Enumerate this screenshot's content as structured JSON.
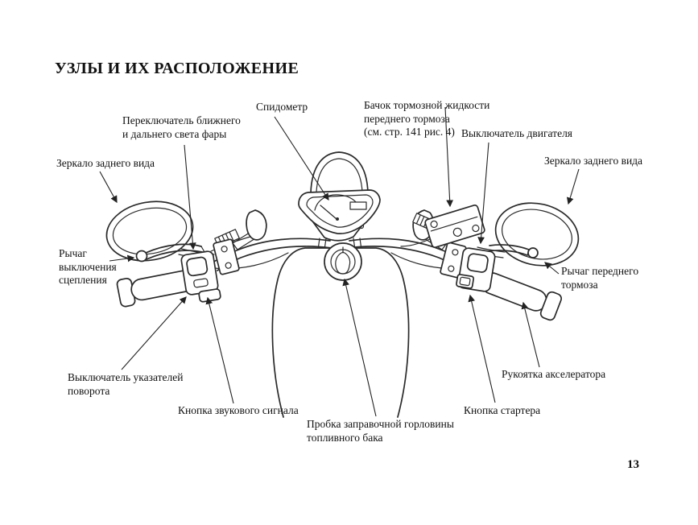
{
  "page": {
    "title": "УЗЛЫ И ИХ РАСПОЛОЖЕНИЕ",
    "page_number": "13"
  },
  "colors": {
    "ink": "#2a2a2a",
    "paper": "#ffffff"
  },
  "diagram": {
    "labels": {
      "mirror_left": "Зеркало заднего вида",
      "dimmer_switch": "Переключатель ближнего\nи дальнего света фары",
      "speedometer": "Спидометр",
      "brake_fluid_reservoir": "Бачок тормозной жидкости\nпереднего тормоза\n(см. стр. 141 рис. 4)",
      "engine_switch": "Выключатель двигателя",
      "mirror_right": "Зеркало заднего вида",
      "clutch_lever": "Рычаг\nвыключения\nсцепления",
      "front_brake_lever": "Рычаг переднего\nтормоза",
      "turn_signal_switch": "Выключатель указателей\nповорота",
      "horn_button": "Кнопка звукового сигнала",
      "fuel_filler_cap": "Пробка заправочной горловины\nтопливного бака",
      "starter_button": "Кнопка стартера",
      "throttle_grip": "Рукоятка акселератора"
    }
  }
}
